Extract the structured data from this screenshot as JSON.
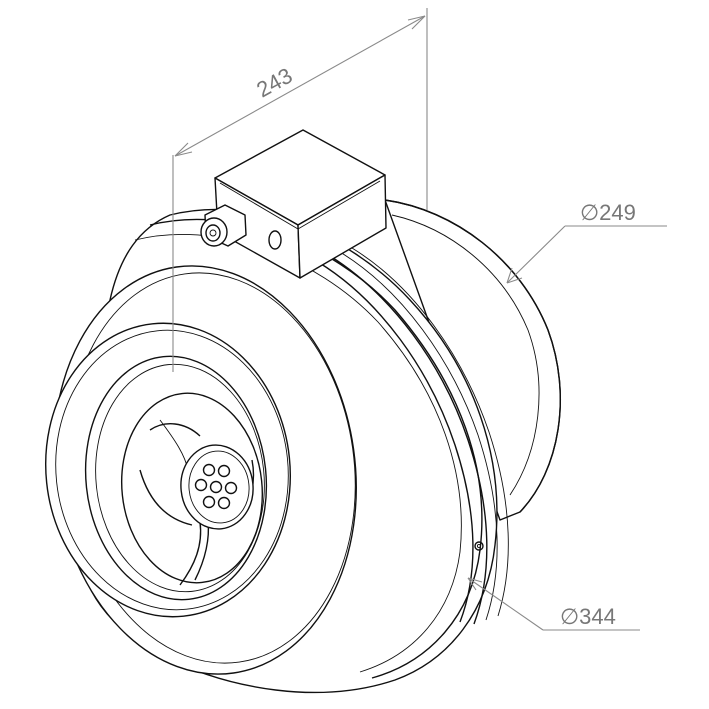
{
  "dimensions": {
    "length": "243",
    "outlet_diameter": "∅249",
    "body_diameter": "∅344"
  },
  "colors": {
    "line": "#111111",
    "dimension_line": "#8a8a8a",
    "dimension_text": "#777777",
    "background": "#ffffff"
  }
}
